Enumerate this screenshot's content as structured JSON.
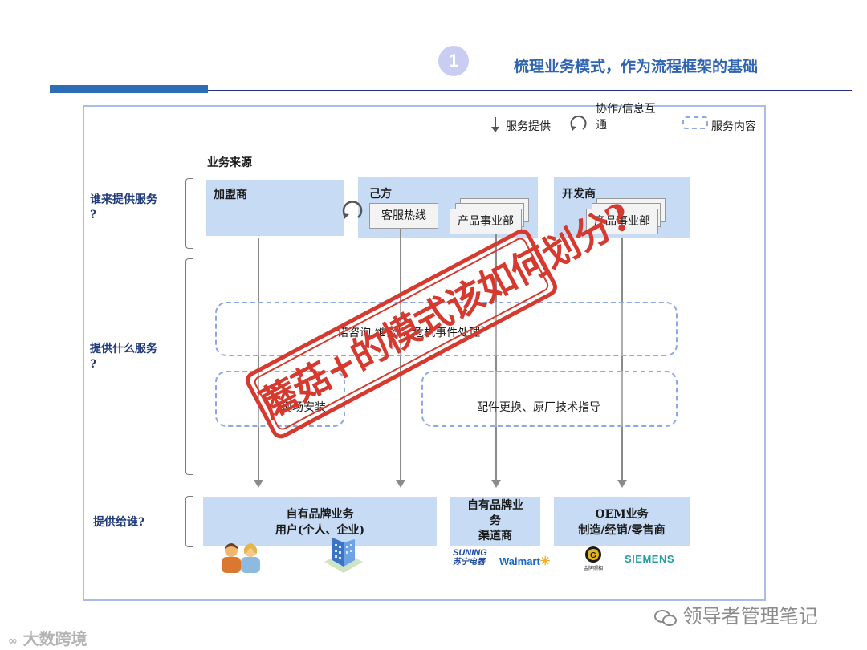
{
  "header": {
    "step_number": "1",
    "title": "梳理业务模式，作为流程框架的基础"
  },
  "legend": {
    "service": "服务提供",
    "collab": "协作/信息互\n通",
    "content": "服务内容"
  },
  "labels": {
    "source": "业务来源",
    "who": "谁来提供服务\n?",
    "what": "提供什么服务\n?",
    "to_whom": "提供给谁?"
  },
  "providers": {
    "franchise": "加盟商",
    "self": "己方",
    "hotline": "客服热线",
    "product_dept_1": "产品事业部",
    "developer": "开发商",
    "product_dept_2": "产品事业部"
  },
  "services": {
    "top_row": "咨询、维修¹、危机事件处理²",
    "top_row_visible": "诺咨询  维修",
    "top_row_tail": "、危机事件处理",
    "sup1": "1",
    "sup2": "2",
    "install": "现场安装",
    "parts": "配件更换、原厂技术指导"
  },
  "recipients": {
    "own_brand_users": "自有品牌业务\n用户(个人、企业)",
    "own_brand_channel": "自有品牌业\n务\n渠道商",
    "oem": "OEM业务\n制造/经销/零售商"
  },
  "logos": {
    "suning_en": "SUNING",
    "suning_cn": "苏宁电器",
    "walmart": "Walmart",
    "gold": "金牌照相",
    "siemens": "SIEMENS"
  },
  "stamp": "蘑菇+的模式该如何划分?",
  "watermarks": {
    "left": "大数跨境",
    "right": "领导者管理笔记"
  },
  "colors": {
    "accent_blue": "#2d6db5",
    "box_blue": "#c7dcf4",
    "stamp_red": "#d63a2e",
    "dash_blue": "#8ea8e6"
  }
}
